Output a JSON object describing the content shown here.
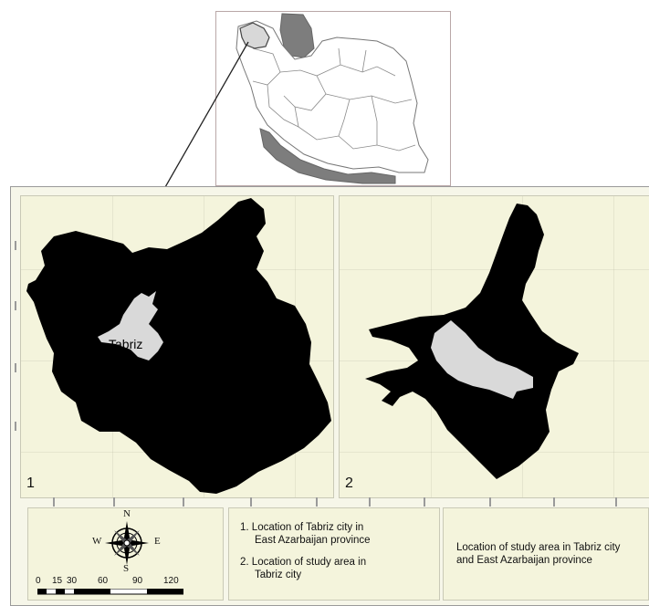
{
  "map1": {
    "city_label": "Tabriz",
    "panel_number": "1"
  },
  "map2": {
    "panel_number": "2"
  },
  "compass": {
    "n": "N",
    "s": "S",
    "e": "E",
    "w": "W"
  },
  "scale_bar": {
    "labels": [
      "0",
      "15",
      "30",
      "60",
      "90",
      "120"
    ]
  },
  "legend": {
    "items": [
      {
        "num": "1.",
        "line1": "Location of Tabriz city in",
        "line2": "East Azarbaijan province"
      },
      {
        "num": "2.",
        "line1": "Location of study area in",
        "line2": "Tabriz city"
      }
    ],
    "title_line1": "Location of study area in Tabriz city",
    "title_line2": "and East Azarbaijan province"
  },
  "colors": {
    "region_fill": "#000000",
    "highlight_fill": "#d9d9d9",
    "inset_highlight": "#7a7a7a",
    "panel_bg": "#f4f4dc"
  }
}
